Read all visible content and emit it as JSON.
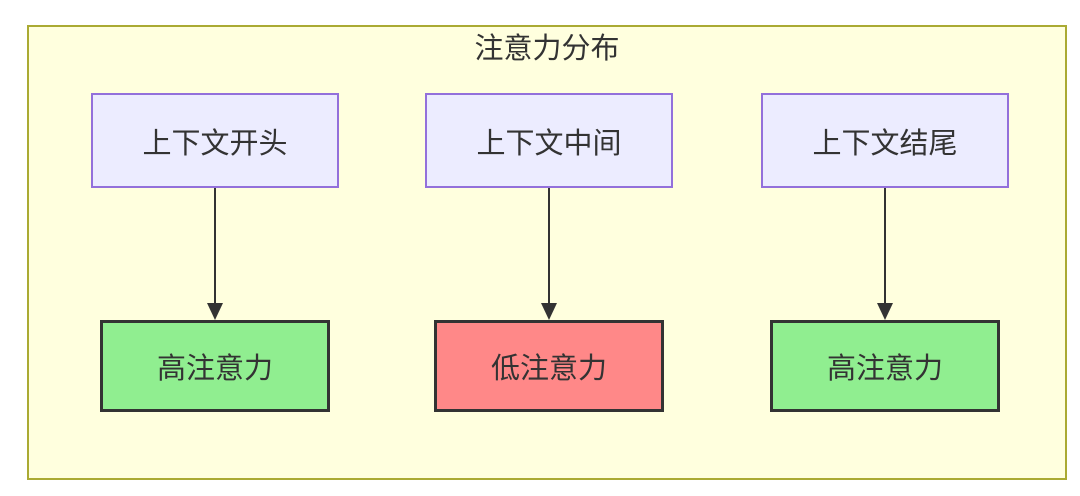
{
  "diagram": {
    "title": "注意力分布",
    "columns": [
      {
        "source": "上下文开头",
        "target": "高注意力",
        "target_type": "high"
      },
      {
        "source": "上下文中间",
        "target": "低注意力",
        "target_type": "low"
      },
      {
        "source": "上下文结尾",
        "target": "高注意力",
        "target_type": "high"
      }
    ],
    "colors": {
      "container_bg": "#ffffde",
      "container_border": "#aaaa33",
      "source_bg": "#ececff",
      "source_border": "#9370db",
      "high_bg": "#90ee90",
      "low_bg": "#ff8888",
      "node_border": "#333333",
      "arrow": "#333333",
      "text": "#333333"
    }
  }
}
